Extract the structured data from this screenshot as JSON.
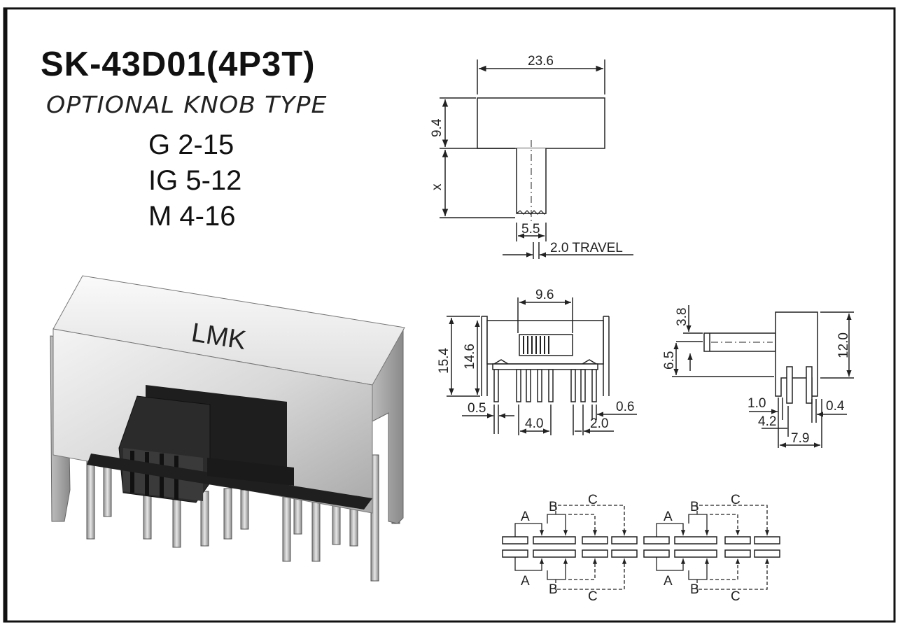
{
  "title": "SK-43D01(4P3T)",
  "subtitle": "OPTIONAL KNOB TYPE",
  "knob_options": [
    "G 2-15",
    "IG 5-12",
    "M 4-16"
  ],
  "photo": {
    "brand_mark": "LMK"
  },
  "knob_view": {
    "width": "23.6",
    "height": "9.4",
    "shaft_length": "x",
    "shaft_width": "5.5",
    "travel": "2.0  TRAVEL"
  },
  "front_view": {
    "slot": "9.6",
    "total_height": "15.4",
    "body_height": "14.6",
    "pin_width": "0.5",
    "pin_pitch": "4.0",
    "outer_pitch": "2.0",
    "end_pin": "0.6"
  },
  "side_view": {
    "offset_top": "3.8",
    "shaft_height": "6.5",
    "height": "12.0",
    "pin_thickness": "1.0",
    "pin_gap": "0.4",
    "pin_spacing": "4.2",
    "depth": "7.9"
  },
  "circuit": {
    "positions": [
      "A",
      "B",
      "C"
    ]
  }
}
